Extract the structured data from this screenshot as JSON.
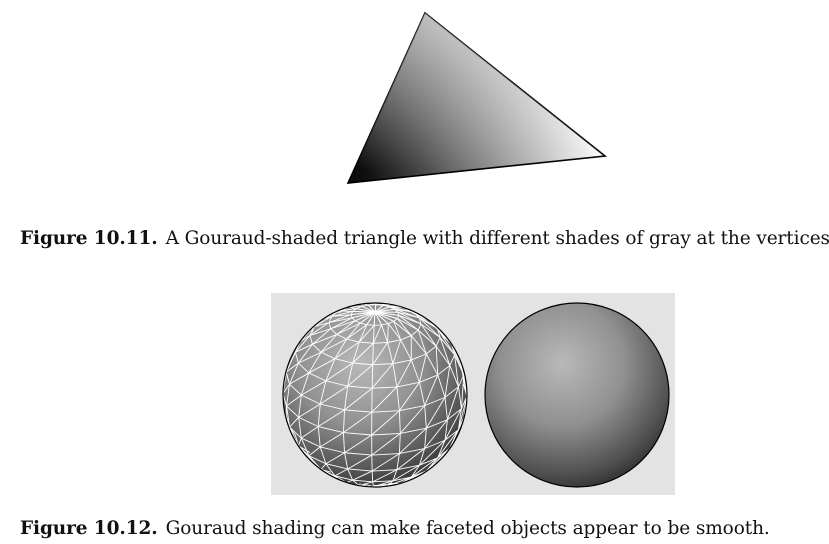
{
  "figures": [
    {
      "label": "Figure 10.11.",
      "caption": "A Gouraud-shaded triangle with different shades of gray at the vertices."
    },
    {
      "label": "Figure 10.12.",
      "caption": "Gouraud shading can make faceted objects appear to be smooth."
    }
  ],
  "colors": {
    "page_background": "#ffffff",
    "figure_background": "#e3e3e3",
    "wireframe": "#ffffff",
    "outline": "#000000"
  }
}
